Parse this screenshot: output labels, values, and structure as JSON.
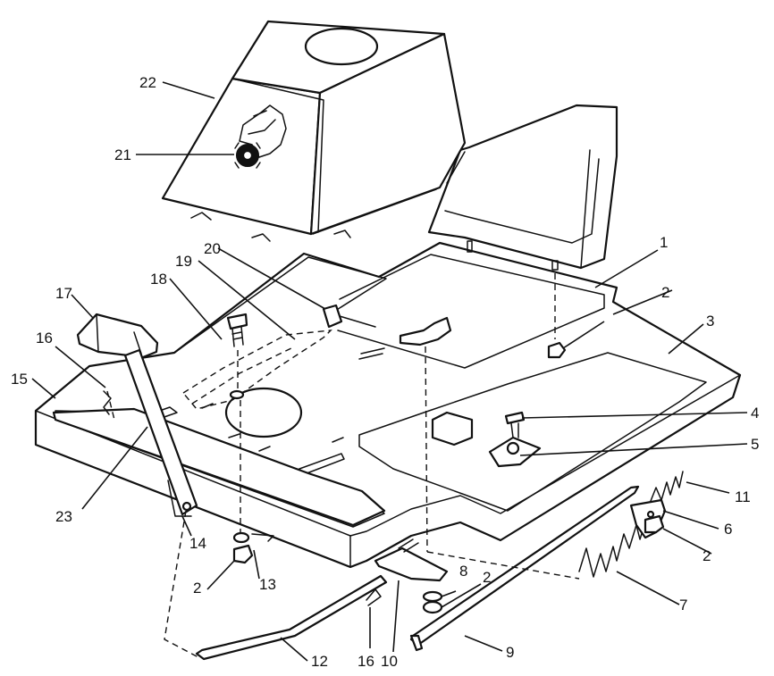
{
  "callouts": [
    {
      "id": "c1",
      "label": "1"
    },
    {
      "id": "c2a",
      "label": "2"
    },
    {
      "id": "c3",
      "label": "3"
    },
    {
      "id": "c4",
      "label": "4"
    },
    {
      "id": "c5",
      "label": "5"
    },
    {
      "id": "c11",
      "label": "11"
    },
    {
      "id": "c6",
      "label": "6"
    },
    {
      "id": "c2b",
      "label": "2"
    },
    {
      "id": "c7",
      "label": "7"
    },
    {
      "id": "c2c",
      "label": "2"
    },
    {
      "id": "c8",
      "label": "8"
    },
    {
      "id": "c9",
      "label": "9"
    },
    {
      "id": "c10",
      "label": "10"
    },
    {
      "id": "c16b",
      "label": "16"
    },
    {
      "id": "c12",
      "label": "12"
    },
    {
      "id": "c2d",
      "label": "2"
    },
    {
      "id": "c13",
      "label": "13"
    },
    {
      "id": "c14",
      "label": "14"
    },
    {
      "id": "c23",
      "label": "23"
    },
    {
      "id": "c15",
      "label": "15"
    },
    {
      "id": "c16a",
      "label": "16"
    },
    {
      "id": "c17",
      "label": "17"
    },
    {
      "id": "c18",
      "label": "18"
    },
    {
      "id": "c19",
      "label": "19"
    },
    {
      "id": "c20",
      "label": "20"
    },
    {
      "id": "c21",
      "label": "21"
    },
    {
      "id": "c22",
      "label": "22"
    }
  ]
}
